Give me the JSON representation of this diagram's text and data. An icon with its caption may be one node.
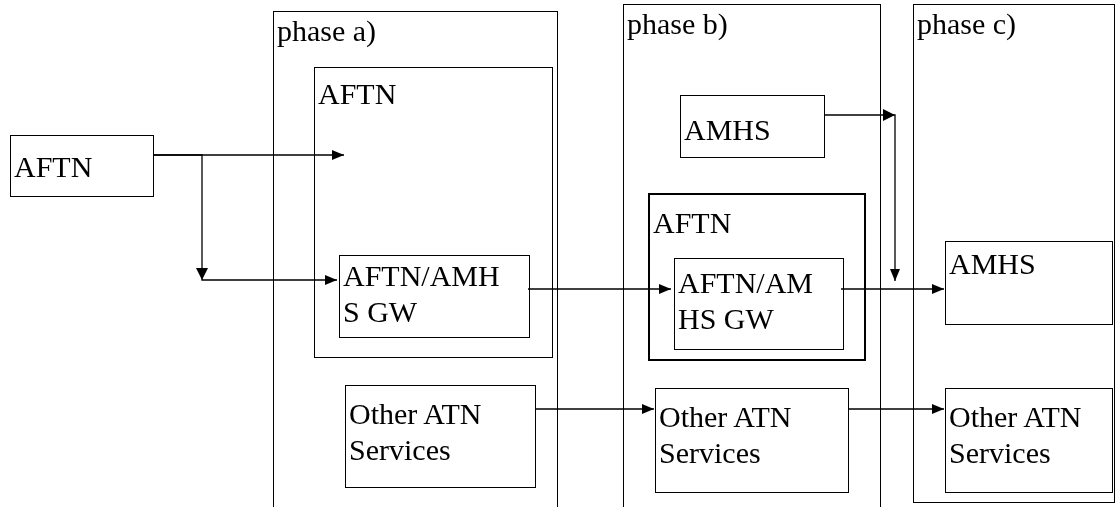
{
  "diagram": {
    "nodes": [
      {
        "text": [
          "AFTN"
        ]
      },
      {
        "text": [
          "phase a)"
        ]
      },
      {
        "text": [
          "AFTN"
        ],
        "in": 1
      },
      {
        "text": [
          "AFTN/AMHS GW"
        ],
        "in": 2
      },
      {
        "text": [
          "Other ATN Services"
        ],
        "in": 1
      },
      {
        "text": [
          "phase b)"
        ]
      },
      {
        "text": [
          "AMHS"
        ],
        "in": 5
      },
      {
        "text": [
          "AFTN"
        ],
        "in": 5
      },
      {
        "text": [
          "AFTN/AMHS GW"
        ],
        "in": 7
      },
      {
        "text": [
          "Other ATN Services"
        ],
        "in": 5
      },
      {
        "text": [
          "phase c)"
        ]
      },
      {
        "text": [
          "AMHS"
        ],
        "in": 10
      },
      {
        "text": [
          "Other ATN Services"
        ],
        "in": 10
      }
    ],
    "edges": [
      {
        "from": 0,
        "to": 2,
        "arrow": "to"
      },
      {
        "from": 0,
        "to": 3,
        "arrow": "to"
      },
      {
        "from": 3,
        "to": 8,
        "arrow": "to"
      },
      {
        "from": 4,
        "to": 9,
        "arrow": "to"
      },
      {
        "from": 6,
        "to": 11,
        "arrow": "to"
      },
      {
        "from": 8,
        "to": 11,
        "arrow": "to"
      },
      {
        "from": 9,
        "to": 12,
        "arrow": "to"
      }
    ]
  }
}
